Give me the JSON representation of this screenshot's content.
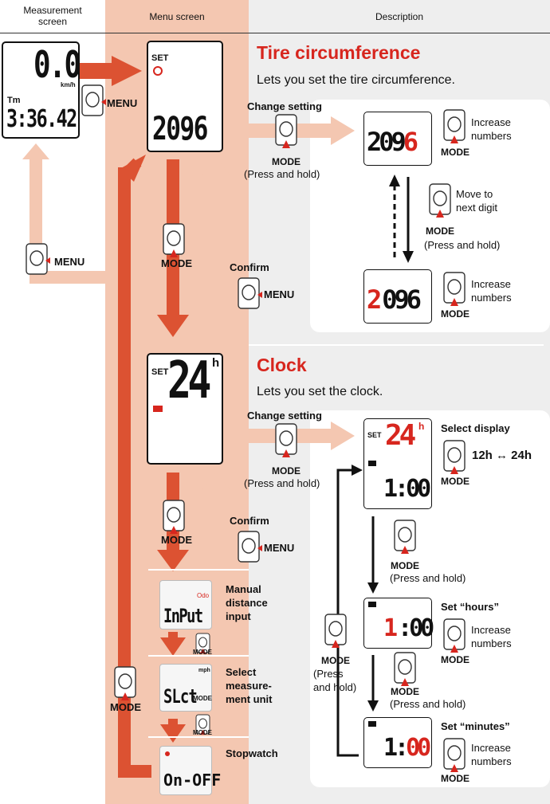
{
  "headers": {
    "measurement": "Measurement\nscreen",
    "menu": "Menu screen",
    "description": "Description"
  },
  "measurement_display": {
    "speed": "0.0",
    "unit": "km/h",
    "tm_label": "Tm",
    "time": "3:36.42"
  },
  "buttons": {
    "menu": "MENU",
    "mode": "MODE",
    "press_hold": "(Press and hold)"
  },
  "tire": {
    "title": "Tire circumference",
    "desc": "Lets you set the tire circumference.",
    "set_label": "SET",
    "value": "2096",
    "change_setting": "Change setting",
    "confirm": "Confirm",
    "increase": "Increase\nnumbers",
    "move_next": "Move to\nnext digit",
    "value_a_black": "209",
    "value_a_red": "6",
    "value_b_red": "2",
    "value_b_black": "096"
  },
  "clock": {
    "title": "Clock",
    "desc": "Lets you set the clock.",
    "set_label": "SET",
    "value": "24",
    "unit": "h",
    "change_setting": "Change setting",
    "confirm": "Confirm",
    "select_display": "Select display",
    "toggle_text": "12h ↔ 24h",
    "time_value": "1:00",
    "set_hours": "Set “hours”",
    "set_minutes": "Set “minutes”",
    "increase": "Increase\nnumbers",
    "press_hold_split": "(Press\nand hold)",
    "hours_red": "1",
    "hours_black": ":00",
    "minutes_black": "1:",
    "minutes_red": "00"
  },
  "menu_items": {
    "manual_label": "Manual\ndistance\ninput",
    "manual_screen": "InPut",
    "manual_odo": "Odo",
    "unit_label": "Select\nmeasure-\nment unit",
    "unit_screen": "SLct",
    "unit_mph": "mph",
    "stopwatch_label": "Stopwatch",
    "stopwatch_screen": "On-OFF"
  },
  "colors": {
    "accent": "#d7261e",
    "arrow_salmon": "#f4c7b1",
    "menu_bg": "#f4c7b1"
  }
}
